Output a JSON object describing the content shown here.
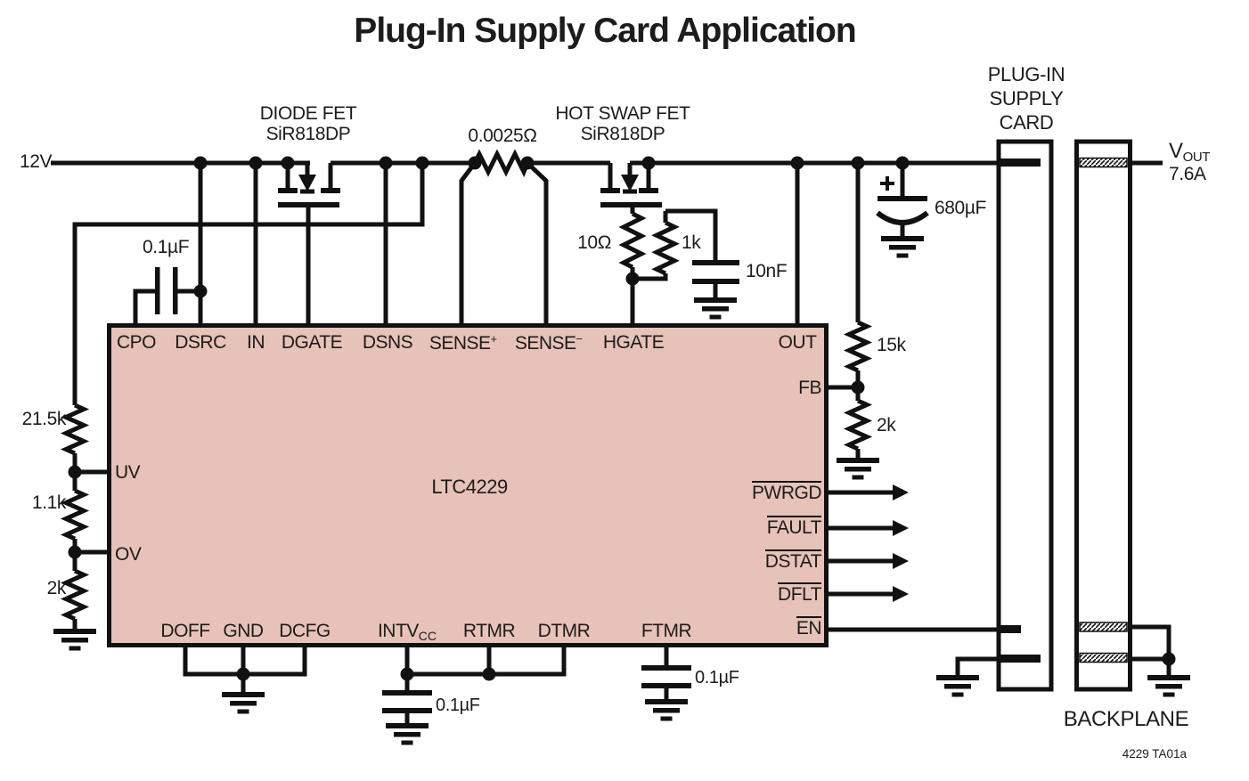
{
  "title": "Plug-In Supply Card Application",
  "note": "4229 TA01a",
  "input": {
    "label": "12V"
  },
  "output": {
    "v_base": "V",
    "v_sub": "OUT",
    "current": "7.6A"
  },
  "fets": {
    "diode_fet": {
      "name": "DIODE FET",
      "part": "SiR818DP"
    },
    "hot_swap_fet": {
      "name": "HOT SWAP FET",
      "part": "SiR818DP"
    }
  },
  "components": {
    "sense_resistor": "0.0025Ω",
    "cpo_cap": "0.1µF",
    "uv_r_top": "21.5k",
    "uv_r_mid": "1.1k",
    "uv_r_bot": "2k",
    "hgate_r": "10Ω",
    "snub_r": "1k",
    "snub_c": "10nF",
    "out_cap": "680µF",
    "out_cap_polarity": "+",
    "fb_r_top": "15k",
    "fb_r_bot": "2k",
    "intvcc_cap": "0.1µF",
    "ftmr_cap": "0.1µF"
  },
  "ic": {
    "name": "LTC4229",
    "pins_top": [
      "CPO",
      "DSRC",
      "IN",
      "DGATE",
      "DSNS"
    ],
    "pin_sense_p": {
      "base": "SENSE",
      "sup": "+"
    },
    "pin_sense_n": {
      "base": "SENSE",
      "sup": "−"
    },
    "pin_hgate": "HGATE",
    "pin_out": "OUT",
    "pin_fb": "FB",
    "pins_right_overlined": [
      "PWRGD",
      "FAULT",
      "DSTAT",
      "DFLT",
      "EN"
    ],
    "pins_left": [
      "UV",
      "OV"
    ],
    "pins_bottom": [
      "DOFF",
      "GND",
      "DCFG"
    ],
    "pin_intvcc": {
      "base": "INTV",
      "sub": "CC"
    },
    "pins_bottom2": [
      "RTMR",
      "DTMR",
      "FTMR"
    ]
  },
  "connectors": {
    "card": {
      "label_lines": [
        "PLUG-IN",
        "SUPPLY",
        "CARD"
      ]
    },
    "backplane": {
      "label": "BACKPLANE"
    }
  },
  "colors": {
    "line": "#111111",
    "ic_fill": "#e7c2b8"
  }
}
